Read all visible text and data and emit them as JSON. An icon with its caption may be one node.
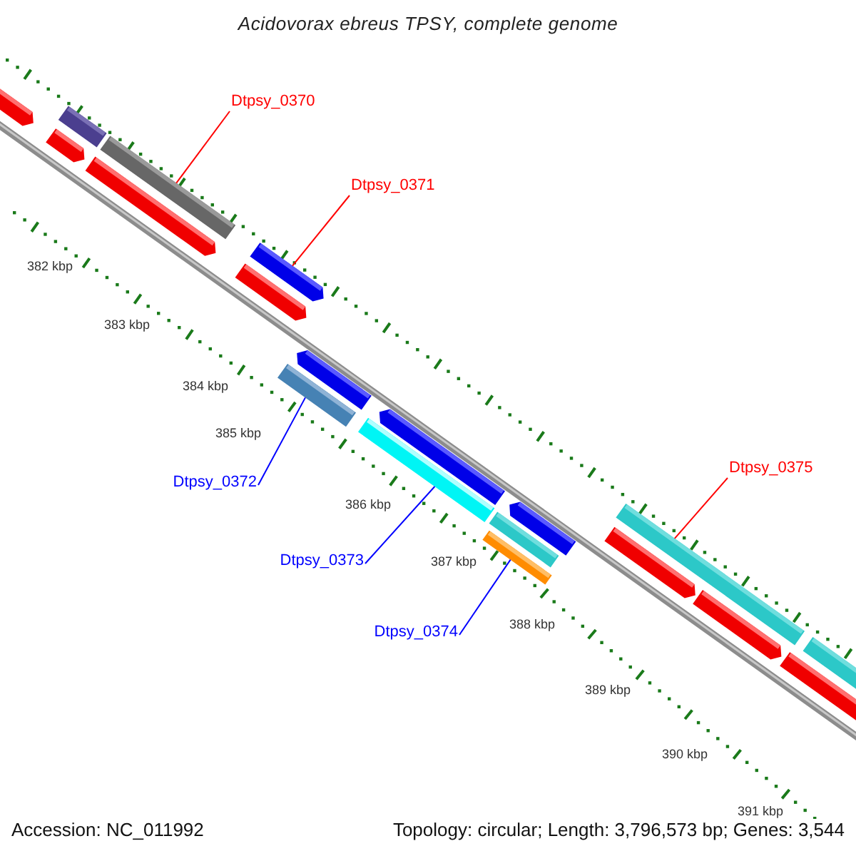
{
  "diagram": {
    "title": "Acidovorax ebreus TPSY, complete genome",
    "nodes": [
      {
        "text": [
          "Dtpsy_0370"
        ]
      },
      {
        "text": [
          "Dtpsy_0371"
        ]
      },
      {
        "text": [
          "Dtpsy_0372"
        ]
      },
      {
        "text": [
          "Dtpsy_0373"
        ]
      },
      {
        "text": [
          "Dtpsy_0374"
        ]
      },
      {
        "text": [
          "Dtpsy_0375"
        ]
      },
      {
        "text": [],
        "shape": "arrow"
      },
      {
        "text": [],
        "shape": "bar"
      },
      {
        "text": [],
        "shape": "arrow"
      },
      {
        "text": [],
        "shape": "bar"
      },
      {
        "text": [],
        "shape": "arrow"
      },
      {
        "text": [],
        "shape": "arrow"
      },
      {
        "text": [],
        "shape": "arrow"
      },
      {
        "text": [],
        "shape": "bar"
      },
      {
        "text": [],
        "shape": "arrow"
      },
      {
        "text": [],
        "shape": "bar"
      },
      {
        "text": [],
        "shape": "arrow"
      },
      {
        "text": [],
        "shape": "bar"
      },
      {
        "text": [],
        "shape": "bar"
      },
      {
        "text": [],
        "shape": "arrow"
      },
      {
        "text": [],
        "shape": "bar"
      },
      {
        "text": [],
        "shape": "arrow"
      },
      {
        "text": [],
        "shape": "arrow"
      },
      {
        "text": [],
        "shape": "arrow"
      },
      {
        "text": [],
        "shape": "bar"
      }
    ],
    "edges": [
      {
        "from": 0,
        "to": 9,
        "arrow": "none",
        "color": "#ff0000"
      },
      {
        "from": 1,
        "to": 11,
        "arrow": "none",
        "color": "#ff0000"
      },
      {
        "from": 2,
        "to": 13,
        "arrow": "none",
        "color": "#0000ff"
      },
      {
        "from": 3,
        "to": 15,
        "arrow": "none",
        "color": "#0000ff"
      },
      {
        "from": 4,
        "to": 18,
        "arrow": "none",
        "color": "#0000ff"
      },
      {
        "from": 5,
        "to": 20,
        "arrow": "none",
        "color": "#ff0000"
      }
    ],
    "labels": [
      "382 kbp",
      "383 kbp",
      "384 kbp",
      "385 kbp",
      "386 kbp",
      "387 kbp",
      "388 kbp",
      "389 kbp",
      "390 kbp",
      "391 kbp",
      "Accession: NC_011992",
      "Topology: circular; Length: 3,796,573 bp; Genes: 3,544"
    ]
  }
}
